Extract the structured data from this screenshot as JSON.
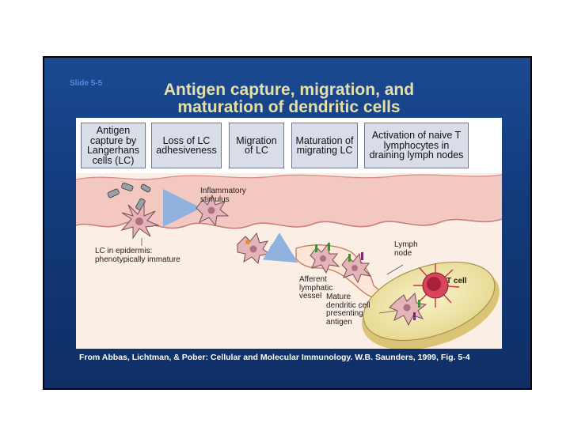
{
  "slide": {
    "number": "Slide 5-5",
    "title_line1": "Antigen capture, migration, and",
    "title_line2": "maturation of dendritic cells",
    "source": "From Abbas, Lichtman, & Pober: Cellular and Molecular Immunology. W.B. Saunders, 1999, Fig. 5-4"
  },
  "steps": [
    "Antigen capture by Langerhans cells (LC)",
    "Loss of LC adhesiveness",
    "Migration of LC",
    "Maturation of migrating LC",
    "Activation of naive T lymphocytes in draining lymph nodes"
  ],
  "labels": {
    "inflammatory": "Inflammatory stimulus",
    "lc_epidermis": "LC in epidermis: phenotypically immature",
    "afferent": "Afferent lymphatic vessel",
    "lymph_node": "Lymph node",
    "t_cell": "T cell",
    "mature_dc": "Mature dendritic cell presenting antigen"
  },
  "colors": {
    "slide_bg": "#123a7a",
    "title": "#e6e0a8",
    "step_box": "#d9dde8",
    "epidermis": "#f2c8c0",
    "dermis": "#fbeee4",
    "arrow": "#8fb2de",
    "cell": "#e3b4b8",
    "t_cell": "#c9304a"
  }
}
